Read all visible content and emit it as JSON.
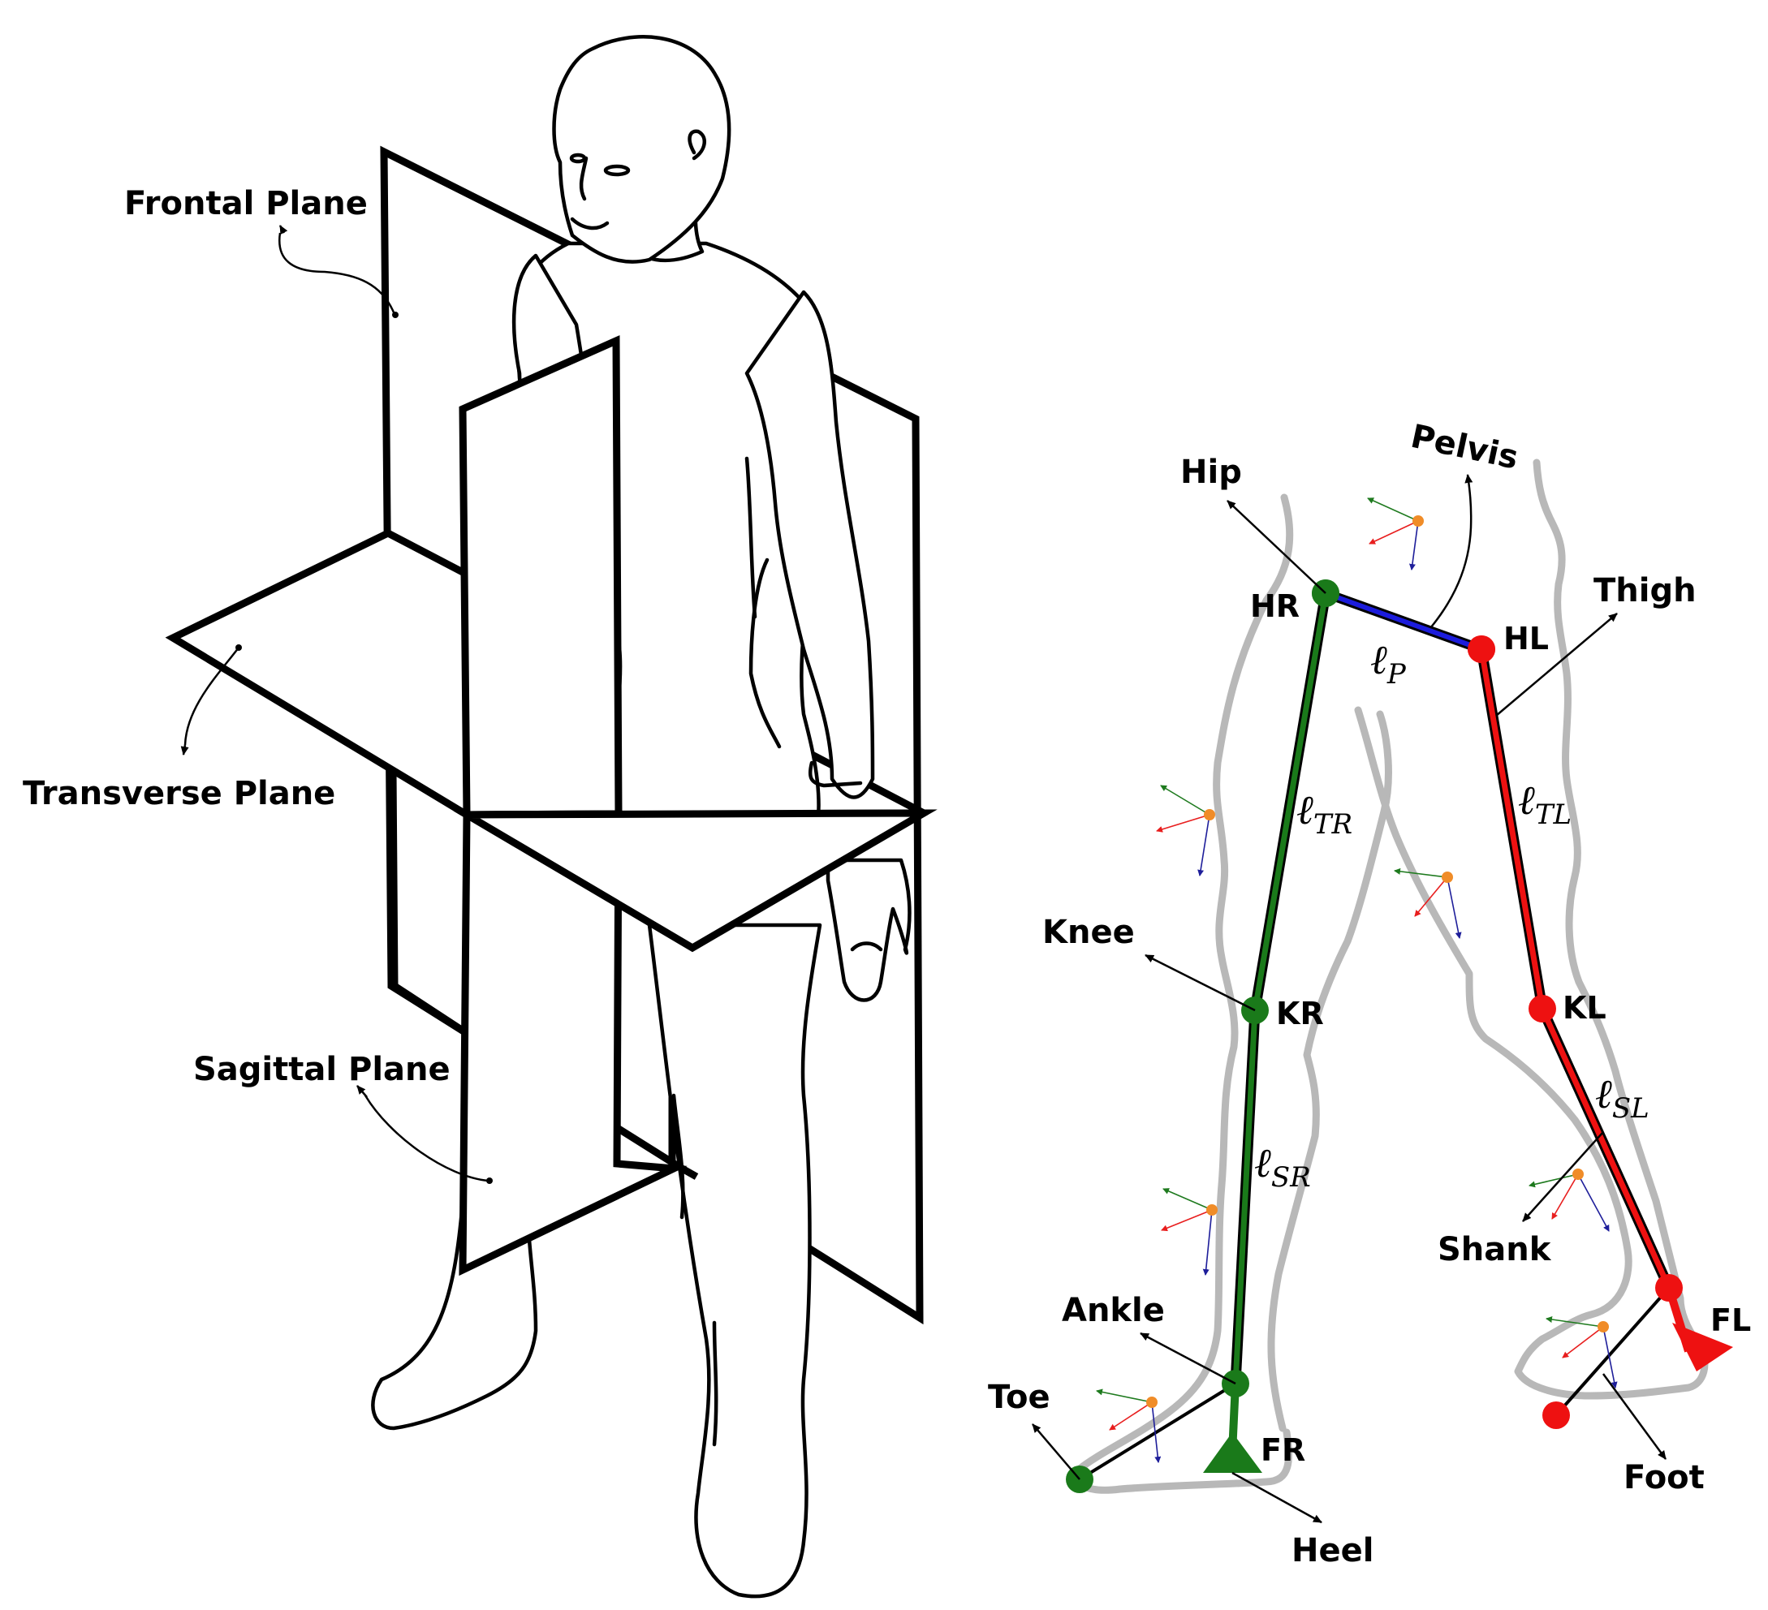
{
  "planes": {
    "frontal": "Frontal Plane",
    "transverse": "Transverse Plane",
    "sagittal": "Sagittal Plane"
  },
  "segments": {
    "hip": "Hip",
    "pelvis": "Pelvis",
    "thigh": "Thigh",
    "knee": "Knee",
    "shank": "Shank",
    "ankle": "Ankle",
    "toe": "Toe",
    "heel": "Heel",
    "foot": "Foot"
  },
  "joints": {
    "hr": "HR",
    "hl": "HL",
    "kr": "KR",
    "kl": "KL",
    "fr": "FR",
    "fl": "FL"
  },
  "lengths": {
    "lp": {
      "sym": "ℓ",
      "sub": "P"
    },
    "ltr": {
      "sym": "ℓ",
      "sub": "TR"
    },
    "ltl": {
      "sym": "ℓ",
      "sub": "TL"
    },
    "lsr": {
      "sym": "ℓ",
      "sub": "SR"
    },
    "lsl": {
      "sym": "ℓ",
      "sub": "SL"
    }
  },
  "colors": {
    "right_leg": "#1a7a1a",
    "left_leg": "#ee1111",
    "pelvis": "#1c1cdc",
    "outline": "#b8b8b8",
    "frame_origin": "#f08c28",
    "axis_x": "#e81e1e",
    "axis_y": "#1e7a1e",
    "axis_z": "#1e1e9a"
  }
}
